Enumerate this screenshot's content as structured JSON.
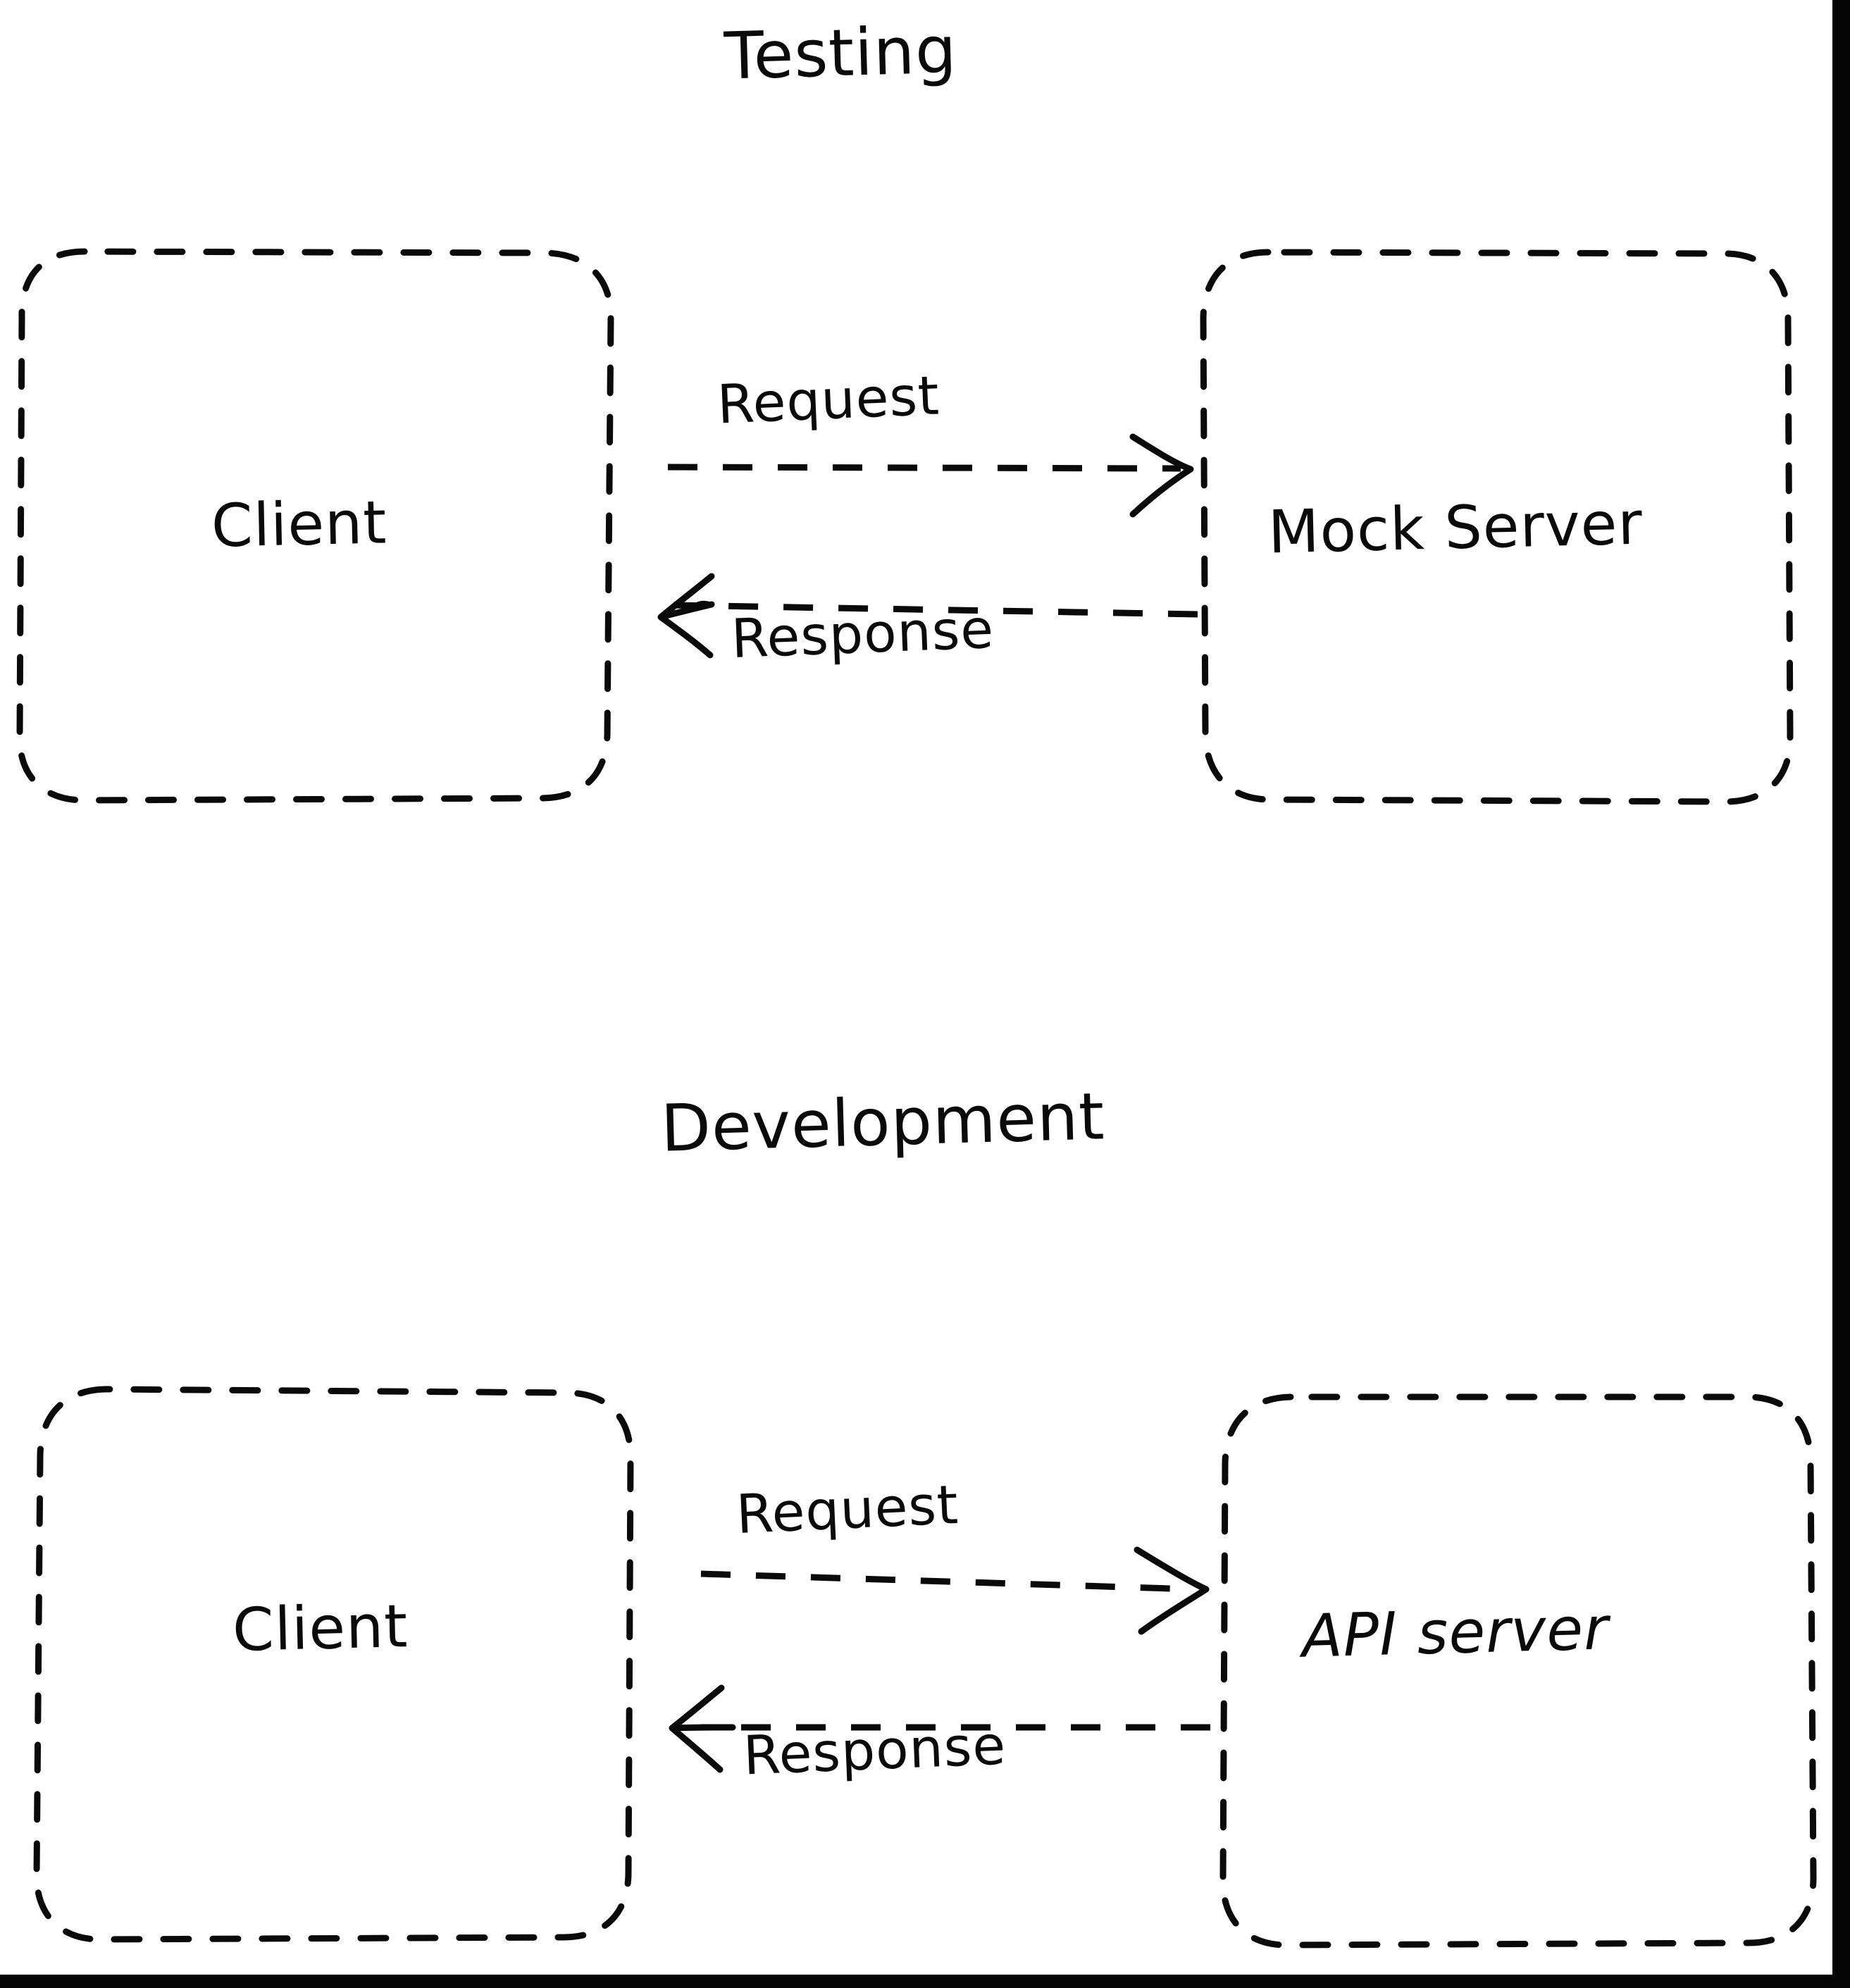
{
  "diagram": {
    "type": "flow",
    "background": "#ffffff",
    "ink": "#0a0a0a",
    "gutter_color": "#050505",
    "style": "hand-drawn sketch, dashed rounded rectangles",
    "sections": [
      {
        "id": "testing",
        "title": "Testing",
        "nodes": [
          {
            "id": "client-testing",
            "label": "Client"
          },
          {
            "id": "mock-server",
            "label": "Mock Server"
          }
        ],
        "edges": [
          {
            "id": "request-testing",
            "label": "Request",
            "from": "client-testing",
            "to": "mock-server",
            "direction": "right",
            "stroke": "dashed"
          },
          {
            "id": "response-testing",
            "label": "Response",
            "from": "mock-server",
            "to": "client-testing",
            "direction": "left",
            "stroke": "dashed"
          }
        ]
      },
      {
        "id": "development",
        "title": "Development",
        "nodes": [
          {
            "id": "client-development",
            "label": "Client"
          },
          {
            "id": "api-server",
            "label": "API server"
          }
        ],
        "edges": [
          {
            "id": "request-development",
            "label": "Request",
            "from": "client-development",
            "to": "api-server",
            "direction": "right",
            "stroke": "dashed"
          },
          {
            "id": "response-development",
            "label": "Response",
            "from": "api-server",
            "to": "client-development",
            "direction": "left",
            "stroke": "dashed"
          }
        ]
      }
    ]
  }
}
